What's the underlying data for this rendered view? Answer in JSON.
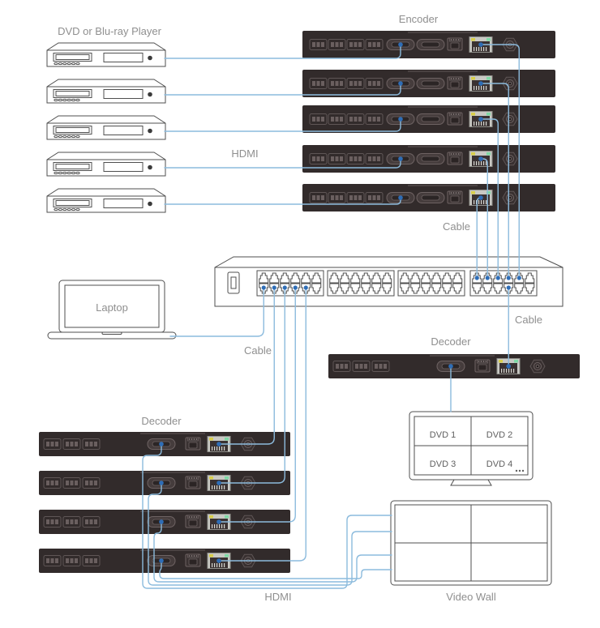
{
  "labels": {
    "dvd_group": "DVD or Blu-ray Player",
    "encoder_group": "Encoder",
    "hdmi_top": "HDMI",
    "cable_top": "Cable",
    "cable_right": "Cable",
    "cable_left": "Cable",
    "laptop": "Laptop",
    "decoder_right": "Decoder",
    "decoder_left": "Decoder",
    "hdmi_bottom": "HDMI",
    "video_wall": "Video Wall"
  },
  "tv": {
    "cells": [
      "DVD 1",
      "DVD 2",
      "DVD 3",
      "DVD 4"
    ]
  },
  "topology": {
    "dvd_player_count": 5,
    "encoder_count": 5,
    "left_decoder_count": 4,
    "right_decoder_count": 1,
    "switch_port_groups": 4,
    "ports_per_group": 12
  },
  "colors": {
    "cable_blue": "#8cbbdd",
    "connection_dot_blue": "#2e6db6",
    "device_body": "#322b2b",
    "line_art": "#4f4f4f",
    "label_gray": "#8f8f8f",
    "rj45_body": "#c9c9c4",
    "rj45_led_yellow": "#d8ce4a",
    "rj45_led_green": "#7fd9a5"
  }
}
